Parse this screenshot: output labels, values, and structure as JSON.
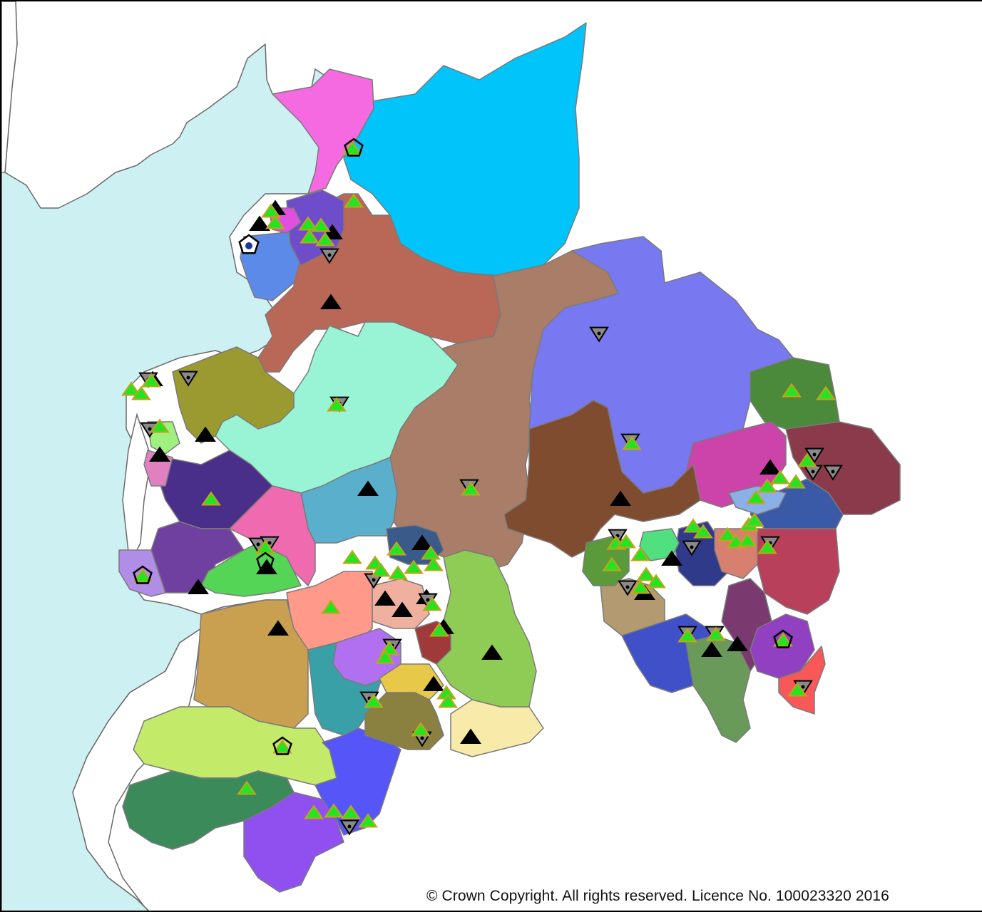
{
  "map": {
    "copyright": "© Crown Copyright. All rights reserved. Licence No. 100023320 2016",
    "colors": {
      "sea": "#cdf0f2",
      "marker_green": "#22e522",
      "marker_black": "#000000",
      "marker_grey": "#8a8a8a",
      "marker_outline": "#caa11a"
    },
    "marker_types": [
      "green-triangle-marker",
      "black-triangle-marker",
      "grey-inverted-triangle-marker",
      "pentagon-marker"
    ]
  }
}
